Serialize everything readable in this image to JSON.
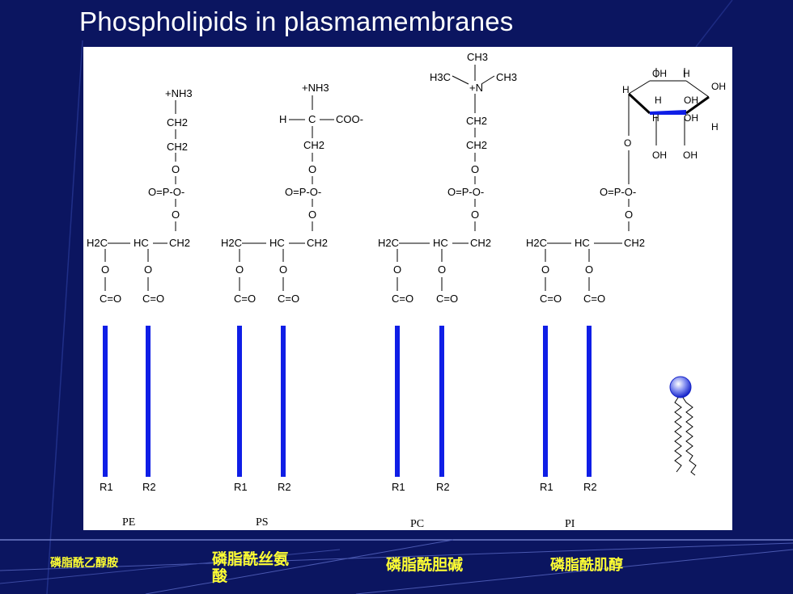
{
  "slide": {
    "title": "Phospholipids in plasmamembranes",
    "colors": {
      "background": "#0b1560",
      "chain": "#0f1ee6",
      "label": "#ffff33"
    }
  },
  "molecules": [
    {
      "label": "PE",
      "head_groups": [
        "+NH3",
        "CH2",
        "CH2"
      ],
      "phosphate": [
        "O",
        "O=P-O-",
        "O"
      ],
      "backbone": [
        "H2C",
        "HC",
        "CH2"
      ],
      "esters": [
        "C=O",
        "C=O"
      ],
      "tails": [
        "R1",
        "R2"
      ]
    },
    {
      "label": "PS",
      "head_groups": [
        "+NH3",
        "H",
        "C",
        "COO-",
        "CH2"
      ],
      "phosphate": [
        "O",
        "O=P-O-",
        "O"
      ],
      "backbone": [
        "H2C",
        "HC",
        "CH2"
      ],
      "esters": [
        "C=O",
        "C=O"
      ],
      "tails": [
        "R1",
        "R2"
      ]
    },
    {
      "label": "PC",
      "head_groups": [
        "CH3",
        "H3C",
        "+N",
        "CH3",
        "CH2",
        "CH2"
      ],
      "phosphate": [
        "O",
        "O=P-O-",
        "O"
      ],
      "backbone": [
        "H2C",
        "HC",
        "CH2"
      ],
      "esters": [
        "C=O",
        "C=O"
      ],
      "tails": [
        "R1",
        "R2"
      ]
    },
    {
      "label": "PI",
      "head_groups": [
        "OH",
        "H",
        "OH",
        "H",
        "H",
        "OH",
        "H",
        "OH",
        "H",
        "OH",
        "OH",
        "O"
      ],
      "phosphate": [
        "O=P-O-",
        "O"
      ],
      "backbone": [
        "H2C",
        "HC",
        "CH2"
      ],
      "esters": [
        "C=O",
        "C=O"
      ],
      "tails": [
        "R1",
        "R2"
      ]
    }
  ],
  "chinese_names": [
    "磷脂酰乙醇胺",
    "磷脂酰丝氨酸",
    "磷脂酰胆碱",
    "磷脂酰肌醇"
  ]
}
